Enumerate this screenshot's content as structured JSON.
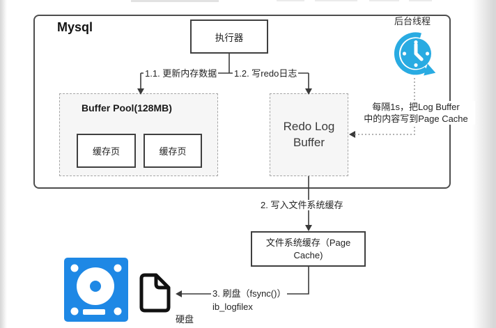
{
  "diagram": {
    "container_title": "Mysql",
    "background_thread_label": "后台线程",
    "executor_label": "执行器",
    "buffer_pool": {
      "title": "Buffer Pool(128MB)",
      "pages": [
        "缓存页",
        "缓存页"
      ]
    },
    "redo_log_buffer_label": "Redo Log Buffer",
    "page_cache_label": "文件系统缓存（Page Cache)",
    "disk_label": "硬盘"
  },
  "flow_labels": {
    "step_1_1": "1.1. 更新内存数据",
    "step_1_2": "1.2. 写redo日志",
    "timer_note_line1": "每隔1s，把Log Buffer",
    "timer_note_line2": "中的内容写到Page Cache",
    "step_2": "2. 写入文件系统缓存",
    "step_3": "3. 刷盘（fsync()）",
    "log_file_name": "ib_logfilex"
  },
  "icons": {
    "timer_clock": "timer-clock-icon",
    "hard_disk": "hard-disk-icon",
    "log_file": "document-icon"
  },
  "colors": {
    "clock_blue": "#29ABE2",
    "disk_blue": "#1E88E5",
    "line_dark": "#3a3a3a",
    "dotted_gray": "#999999"
  }
}
